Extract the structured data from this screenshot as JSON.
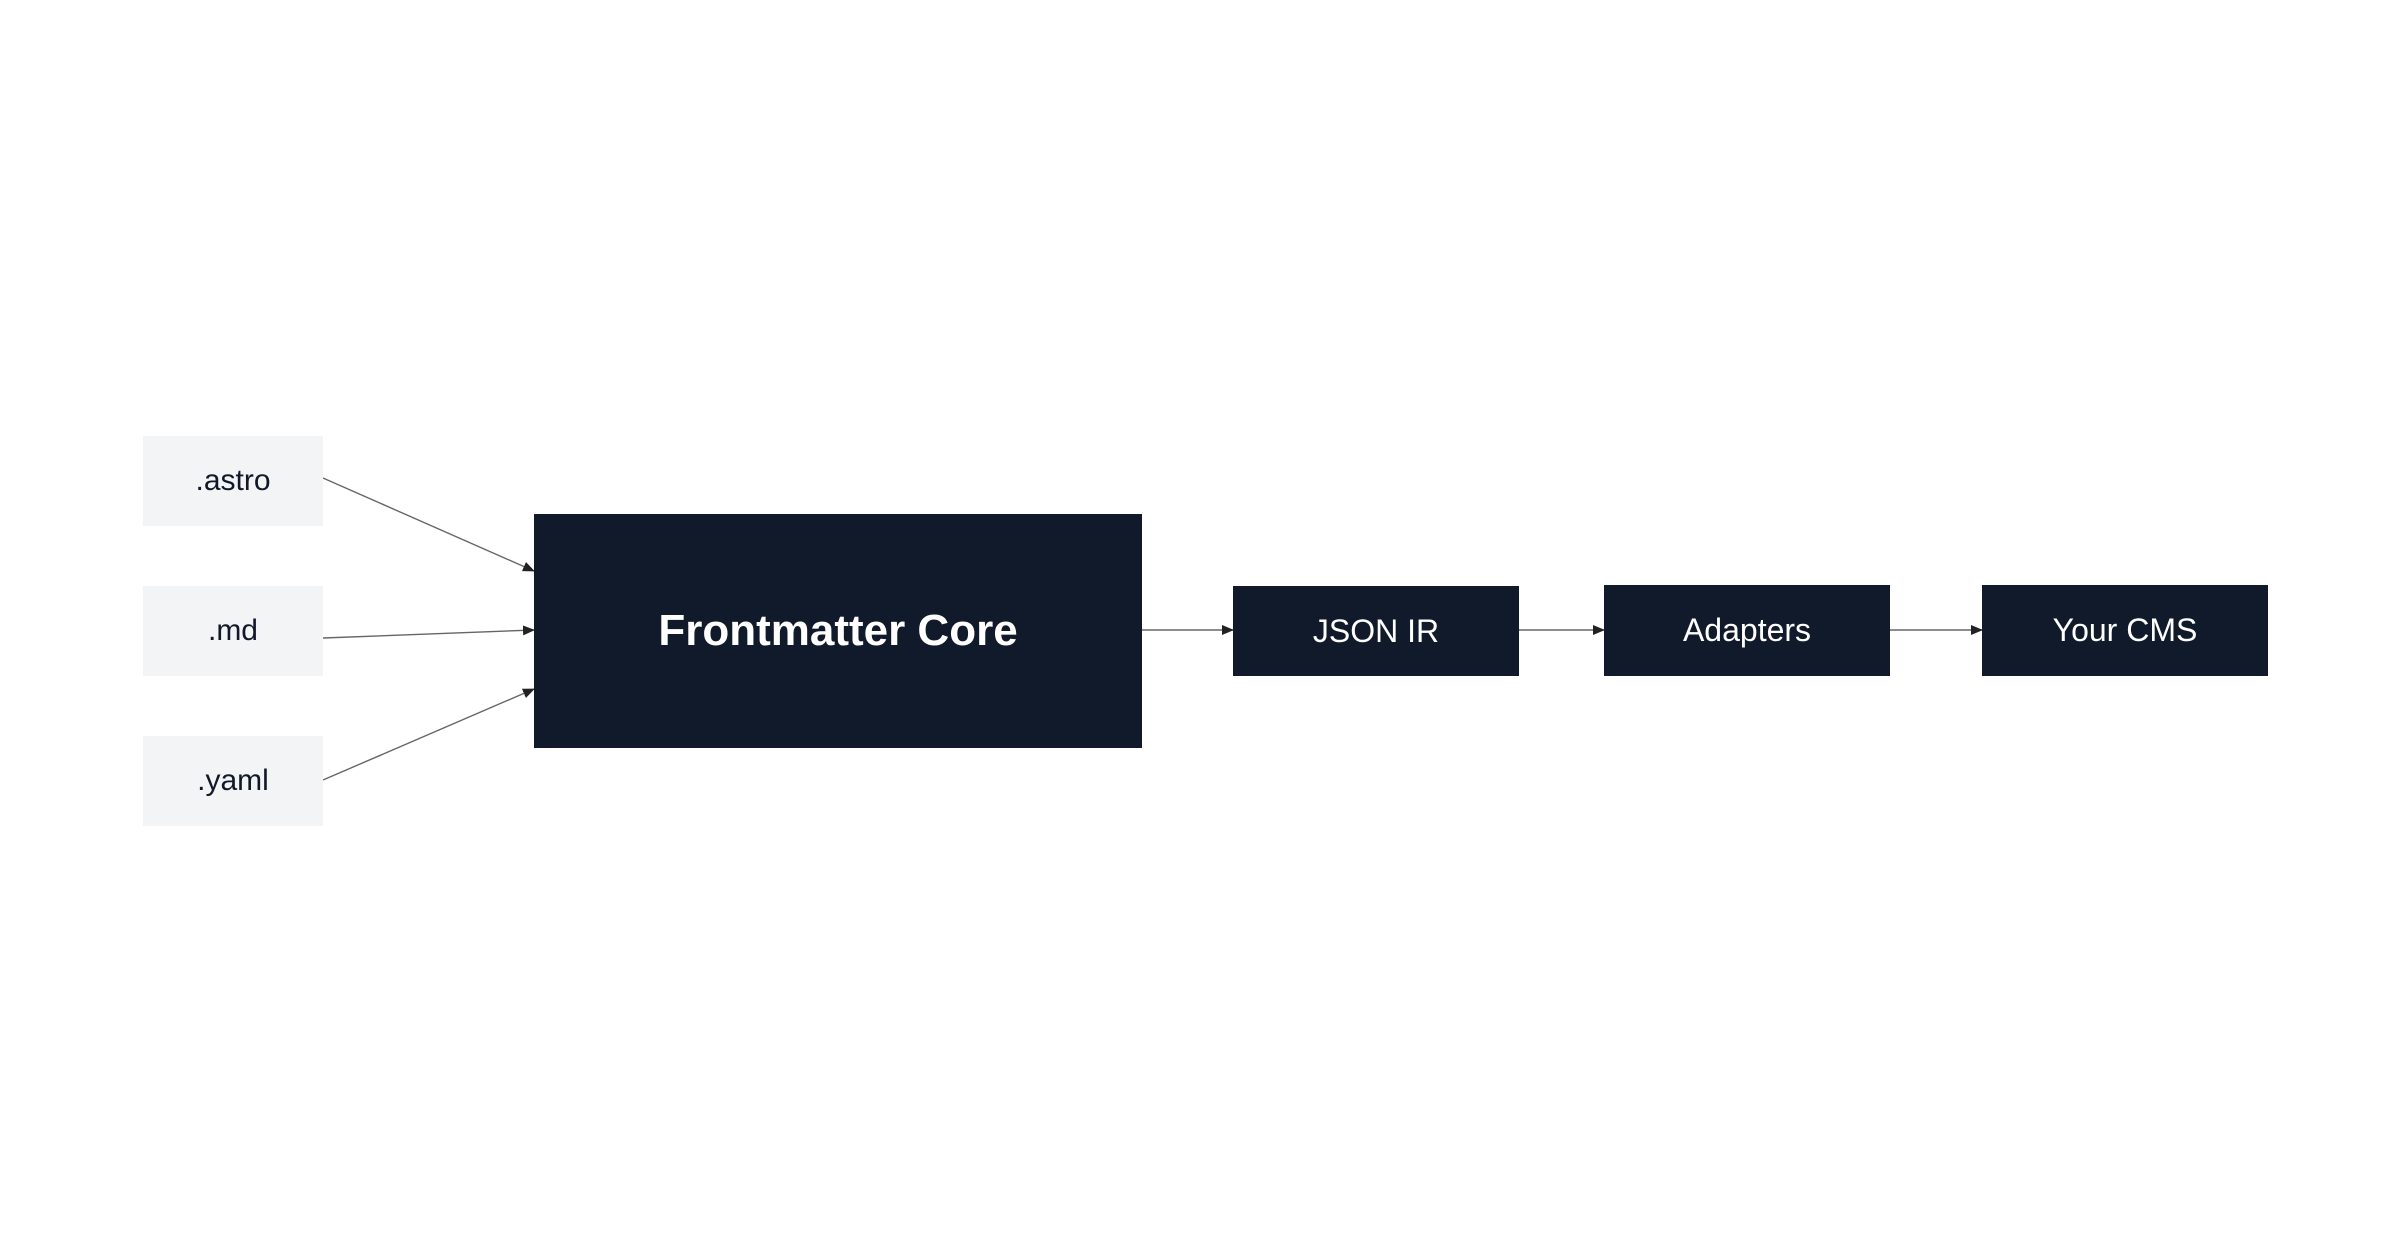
{
  "diagram": {
    "sources": [
      {
        "label": ".astro"
      },
      {
        "label": ".md"
      },
      {
        "label": ".yaml"
      }
    ],
    "core": {
      "label": "Frontmatter Core"
    },
    "pipeline": [
      {
        "label": "JSON IR"
      },
      {
        "label": "Adapters"
      },
      {
        "label": "Your CMS"
      }
    ],
    "colors": {
      "source_fill": "#f3f4f6",
      "source_text": "#111827",
      "dark_fill": "#111a2a",
      "dark_text": "#ffffff",
      "edge": "#4b5563"
    }
  }
}
